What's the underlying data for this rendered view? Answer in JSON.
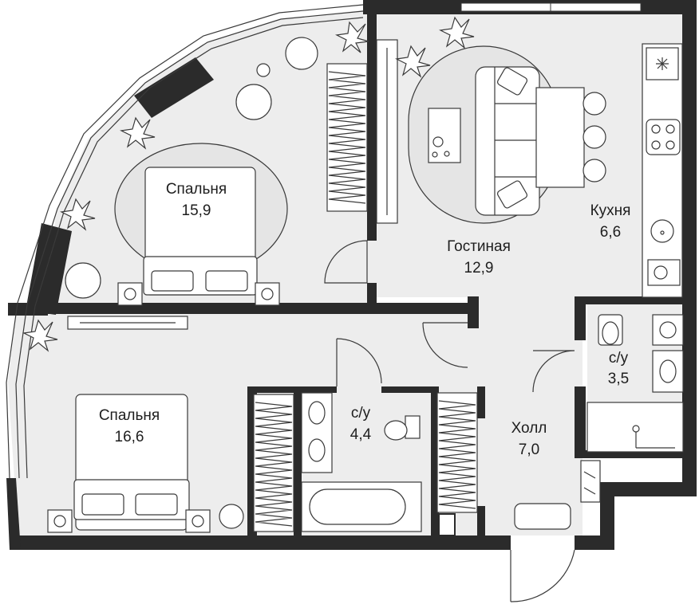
{
  "colors": {
    "wall": "#2b2b2b",
    "floor": "#ededed",
    "furniture": "#ffffff",
    "line": "#3a3a3a"
  },
  "rooms": {
    "bedroom_1": {
      "name": "Спальня",
      "area": "15,9"
    },
    "living": {
      "name": "Гостиная",
      "area": "12,9"
    },
    "kitchen": {
      "name": "Кухня",
      "area": "6,6"
    },
    "bath_1": {
      "name": "с/у",
      "area": "3,5"
    },
    "bedroom_2": {
      "name": "Спальня",
      "area": "16,6"
    },
    "bath_2": {
      "name": "с/у",
      "area": "4,4"
    },
    "hall": {
      "name": "Холл",
      "area": "7,0"
    }
  }
}
